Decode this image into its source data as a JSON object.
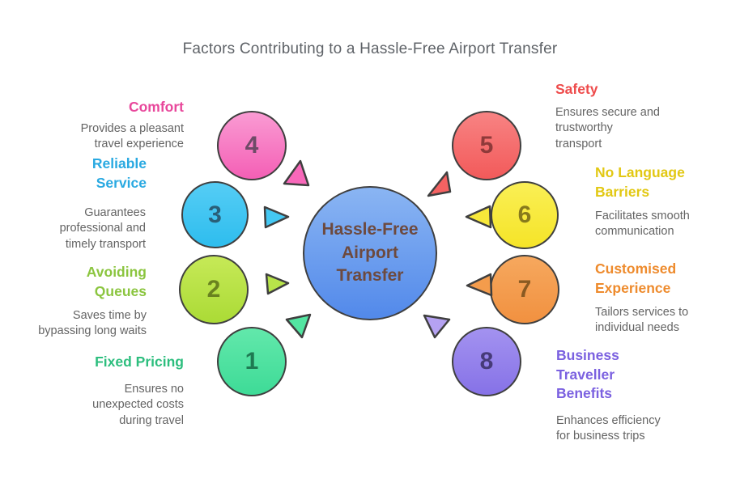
{
  "title": "Factors Contributing to a Hassle-Free Airport Transfer",
  "title_color": "#5f6368",
  "center": {
    "label": "Hassle-Free\nAirport\nTransfer",
    "fill_top": "#8ab5f3",
    "fill_bottom": "#5289ea",
    "text_color": "#6d4a3f"
  },
  "factors": [
    {
      "number": "1",
      "label": "Fixed Pricing",
      "description": "Ensures no\nunexpected costs\nduring travel",
      "color": "#2dbe7e",
      "circle_top": "#62e8ab",
      "circle_bottom": "#3edb97",
      "number_color": "#1e7a52",
      "arrow_color": "#52e5a1"
    },
    {
      "number": "2",
      "label": "Avoiding\nQueues",
      "description": "Saves time by\nbypassing long waits",
      "color": "#8bc53f",
      "circle_top": "#c6e957",
      "circle_bottom": "#abdb36",
      "number_color": "#69821f",
      "arrow_color": "#b8e44a"
    },
    {
      "number": "3",
      "label": "Reliable\nService",
      "description": "Guarantees\nprofessional and\ntimely transport",
      "color": "#29a9e1",
      "circle_top": "#55cdf5",
      "circle_bottom": "#2ebdee",
      "number_color": "#2a5f78",
      "arrow_color": "#44c8f3"
    },
    {
      "number": "4",
      "label": "Comfort",
      "description": "Provides a pleasant\ntravel experience",
      "color": "#e8479b",
      "circle_top": "#fa9bd3",
      "circle_bottom": "#f45fb5",
      "number_color": "#6e4b67",
      "arrow_color": "#f868ba"
    },
    {
      "number": "5",
      "label": "Safety",
      "description": "Ensures secure and\ntrustworthy\ntransport",
      "color": "#ee4b4b",
      "circle_top": "#f88383",
      "circle_bottom": "#f25a5a",
      "number_color": "#8f3a3a",
      "arrow_color": "#f56262"
    },
    {
      "number": "6",
      "label": "No Language\nBarriers",
      "description": "Facilitates smooth\ncommunication",
      "color": "#e2c813",
      "circle_top": "#faef55",
      "circle_bottom": "#f5e428",
      "number_color": "#87791c",
      "arrow_color": "#f7e83a"
    },
    {
      "number": "7",
      "label": "Customised\nExperience",
      "description": "Tailors services to\nindividual needs",
      "color": "#ee8b2d",
      "circle_top": "#f6a85e",
      "circle_bottom": "#f19140",
      "number_color": "#8a5a22",
      "arrow_color": "#f49c4c"
    },
    {
      "number": "8",
      "label": "Business\nTraveller\nBenefits",
      "description": "Enhances efficiency\nfor business trips",
      "color": "#7b61e0",
      "circle_top": "#a392f0",
      "circle_bottom": "#8672e7",
      "number_color": "#463a78",
      "arrow_color": "#b5a2f2"
    }
  ]
}
